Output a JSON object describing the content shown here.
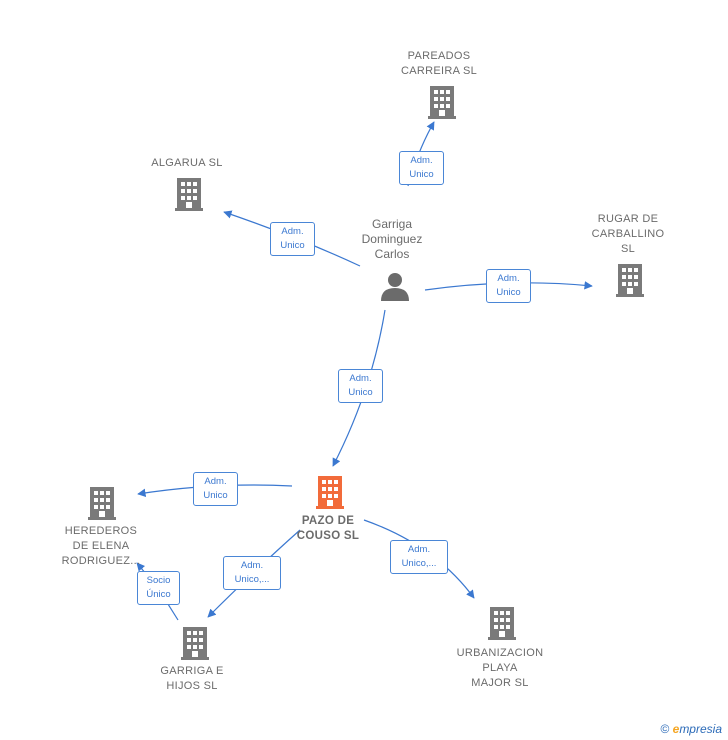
{
  "colors": {
    "edge": "#3b78d0",
    "company": "#7a7a7a",
    "main_company": "#f26b3a",
    "person": "#6b6b6b"
  },
  "person": {
    "name": "Garriga\nDominguez\nCarlos",
    "icon": "person-icon"
  },
  "companies": {
    "pareados": "PAREADOS\nCARREIRA  SL",
    "algarua": "ALGARUA  SL",
    "rugar": "RUGAR DE\nCARBALLINO\nSL",
    "pazo": "PAZO DE\nCOUSO  SL",
    "herederos": "HEREDEROS\nDE ELENA\nRODRIGUEZ...",
    "garriga_hijos": "GARRIGA E\nHIJOS SL",
    "urbanizacion": "URBANIZACION\nPLAYA\nMAJOR SL"
  },
  "edges": {
    "to_pareados": "Adm.\nUnico",
    "to_algarua": "Adm.\nUnico",
    "to_rugar": "Adm.\nUnico",
    "to_pazo": "Adm.\nUnico",
    "pazo_to_herederos": "Adm.\nUnico",
    "pazo_to_garriga": "Adm.\nUnico,...",
    "pazo_to_urbanizacion": "Adm.\nUnico,...",
    "garriga_to_herederos": "Socio\nÚnico"
  },
  "footer": {
    "copyright": "©",
    "brand_first": "e",
    "brand_rest": "mpresia"
  }
}
